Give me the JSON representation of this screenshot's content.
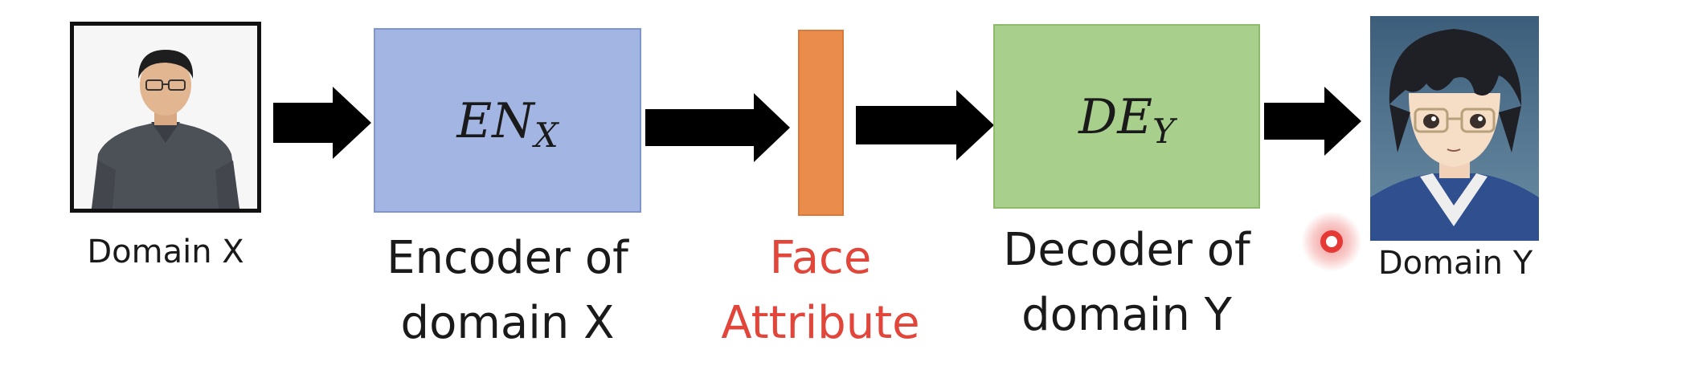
{
  "diagram": {
    "input_label": "Domain X",
    "encoder": {
      "symbol_main": "EN",
      "symbol_sub": "X",
      "caption_line1": "Encoder of",
      "caption_line2": "domain X",
      "color": "#a3b5e3"
    },
    "attribute": {
      "caption_line1": "Face",
      "caption_line2": "Attribute",
      "color": "#ea8c4b",
      "caption_color": "#e2463a"
    },
    "decoder": {
      "symbol_main": "DE",
      "symbol_sub": "Y",
      "caption_line1": "Decoder of",
      "caption_line2": "domain Y",
      "color": "#a8cf8c"
    },
    "output_label": "Domain Y"
  },
  "cursor_color": "#e53935"
}
